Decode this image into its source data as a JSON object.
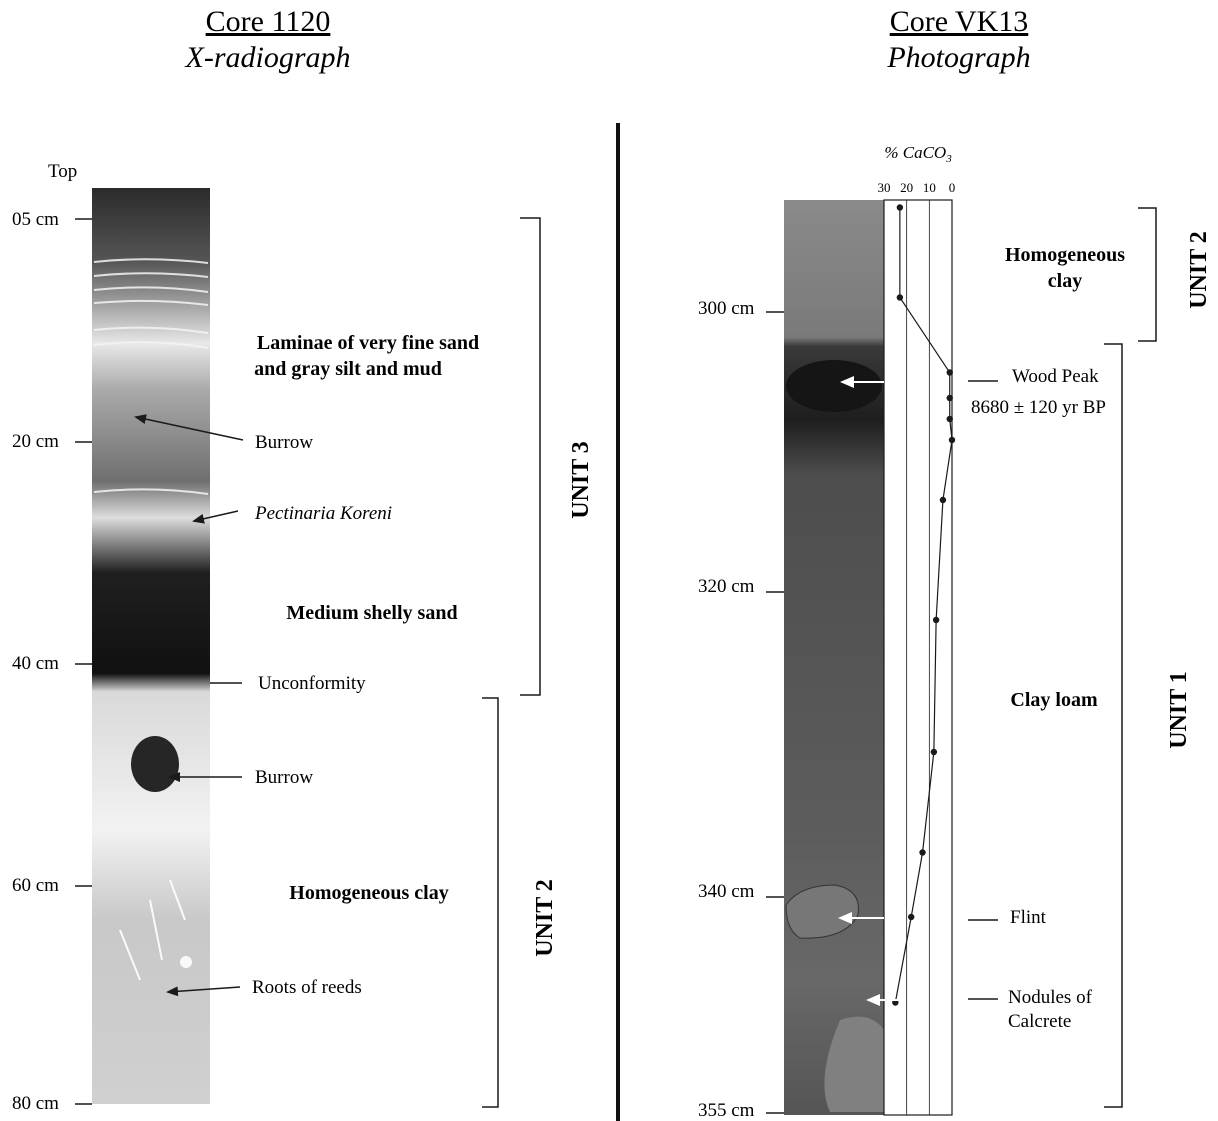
{
  "left_panel": {
    "title": "Core 1120",
    "subtitle": "X-radiograph",
    "top_label": "Top",
    "depth_labels": [
      "05 cm",
      "20 cm",
      "40 cm",
      "60 cm",
      "80 cm"
    ],
    "facies": {
      "laminae_line1": "Laminae of very fine sand",
      "laminae_line2": "and gray silt and mud",
      "shelly_sand": "Medium shelly sand",
      "homogeneous_clay": "Homogeneous clay"
    },
    "features": {
      "burrow_upper": "Burrow",
      "pectinaria": "Pectinaria Koreni",
      "unconformity": "Unconformity",
      "burrow_lower": "Burrow",
      "roots": "Roots of reeds"
    },
    "units": {
      "upper": "UNIT 3",
      "lower": "UNIT 2"
    }
  },
  "right_panel": {
    "title": "Core VK13",
    "subtitle": "Photograph",
    "depth_labels": [
      "300 cm",
      "320 cm",
      "340 cm",
      "355 cm"
    ],
    "caco3": {
      "axis_label_prefix": "% CaCO",
      "axis_label_sub": "3",
      "ticks": [
        "30",
        "20",
        "10",
        "0"
      ],
      "xlim": [
        30,
        0
      ],
      "depth_range_cm": [
        294,
        355
      ],
      "points": [
        {
          "depth": 294.5,
          "caco3": 23
        },
        {
          "depth": 300.5,
          "caco3": 23
        },
        {
          "depth": 305.5,
          "caco3": 1
        },
        {
          "depth": 307.2,
          "caco3": 1
        },
        {
          "depth": 308.6,
          "caco3": 1
        },
        {
          "depth": 310.0,
          "caco3": 0
        },
        {
          "depth": 314.0,
          "caco3": 4
        },
        {
          "depth": 322.0,
          "caco3": 7
        },
        {
          "depth": 330.8,
          "caco3": 8
        },
        {
          "depth": 337.5,
          "caco3": 13
        },
        {
          "depth": 341.8,
          "caco3": 18
        },
        {
          "depth": 347.5,
          "caco3": 25
        }
      ]
    },
    "facies": {
      "homogeneous_line1": "Homogeneous",
      "homogeneous_line2": "clay",
      "clay_loam": "Clay loam"
    },
    "features": {
      "wood_peak": "Wood Peak",
      "date": "8680 ± 120 yr BP",
      "flint": "Flint",
      "nodules_line1": "Nodules of",
      "nodules_line2": "Calcrete"
    },
    "units": {
      "upper": "UNIT 2",
      "lower": "UNIT 1"
    }
  },
  "colors": {
    "ink": "#1a1a1a",
    "divider": "#111111"
  }
}
